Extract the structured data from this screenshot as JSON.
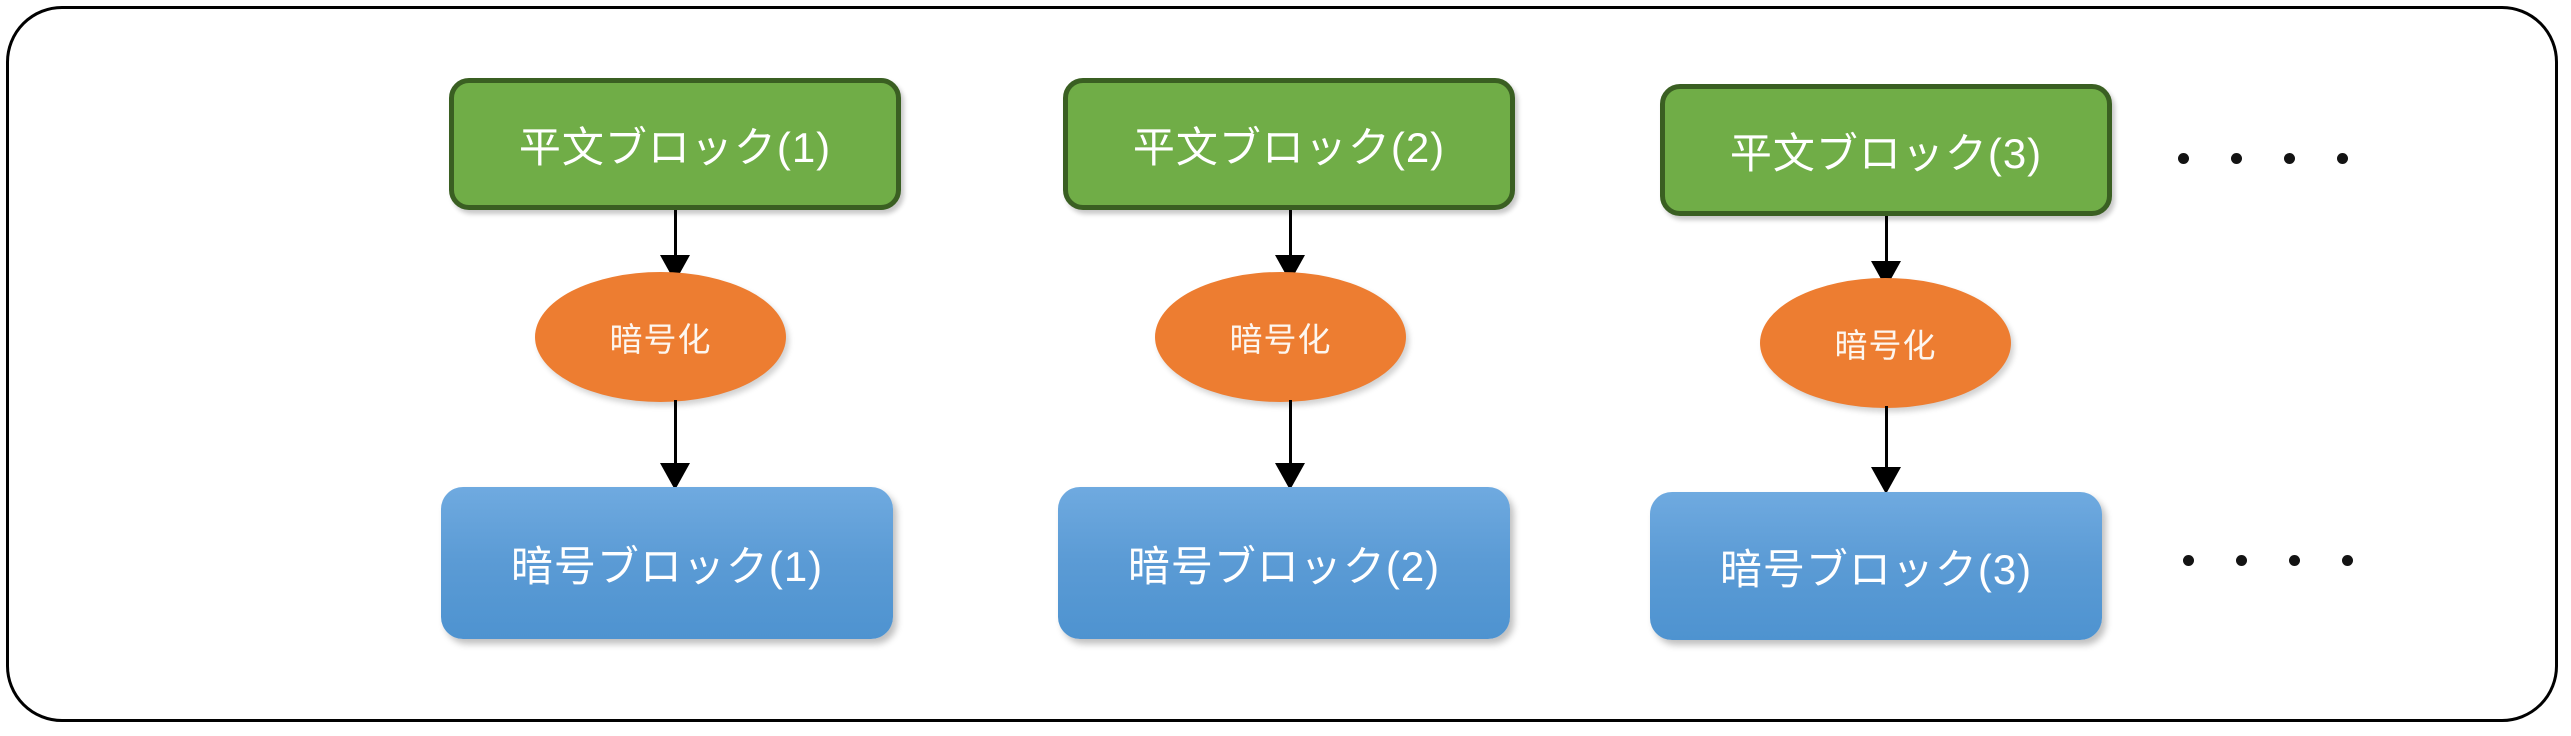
{
  "diagram": {
    "title_visible": false,
    "frame": {
      "shape": "rounded-rectangle",
      "border_color": "#010101",
      "fill": "#ffffff"
    },
    "colors": {
      "plaintext_fill": "#70AD47",
      "plaintext_border": "#3A5F22",
      "encrypt_fill": "#ED7D31",
      "cipher_fill": "#5B9BD5",
      "arrow": "#000000",
      "text_on_shape": "#FFFFFF"
    },
    "columns": [
      {
        "index": 1,
        "plaintext_label": "平文ブロック(1)",
        "encrypt_label": "暗号化",
        "cipher_label": "暗号ブロック(1)"
      },
      {
        "index": 2,
        "plaintext_label": "平文ブロック(2)",
        "encrypt_label": "暗号化",
        "cipher_label": "暗号ブロック(2)"
      },
      {
        "index": 3,
        "plaintext_label": "平文ブロック(3)",
        "encrypt_label": "暗号化",
        "cipher_label": "暗号ブロック(3)"
      }
    ],
    "ellipsis": {
      "top_row_dots": 4,
      "bottom_row_dots": 4,
      "dot_color": "#131313"
    }
  }
}
